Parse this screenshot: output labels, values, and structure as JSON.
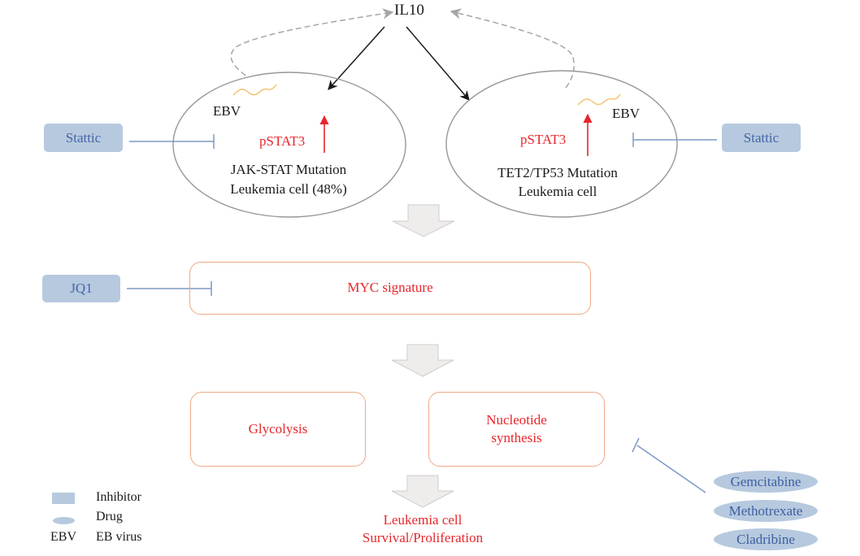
{
  "diagram": {
    "cytokine": "IL10",
    "cells": [
      {
        "virus_label": "EBV",
        "signal_label": "pSTAT3",
        "signal_direction": "up",
        "title_line1": "JAK-STAT Mutation",
        "title_line2": "Leukemia cell (48%)"
      },
      {
        "virus_label": "EBV",
        "signal_label": "pSTAT3",
        "signal_direction": "up",
        "title_line1": "TET2/TP53 Mutation",
        "title_line2": "Leukemia cell"
      }
    ],
    "inhibitors": {
      "left_stattic": "Stattic",
      "right_stattic": "Stattic",
      "jq1": "JQ1"
    },
    "processes": {
      "myc": "MYC signature",
      "glycolysis": "Glycolysis",
      "nucleotide_line1": "Nucleotide",
      "nucleotide_line2": "synthesis"
    },
    "drugs": [
      "Gemcitabine",
      "Methotrexate",
      "Cladribine"
    ],
    "outcome": {
      "line1": "Leukemia cell",
      "line2": "Survival/Proliferation"
    },
    "legend": {
      "inhibitor_label": "Inhibitor",
      "drug_label": "Drug",
      "ebv_abbr": "EBV",
      "ebv_label": "EB virus"
    },
    "colors": {
      "inhibitor_fill": "#b6c9de",
      "inhibitor_text": "#4565a7",
      "process_border": "#f0a884",
      "highlight_text": "#e8262b",
      "virus_strand": "#f5c77a",
      "flow_arrow_fill": "#efecec",
      "dashed_feedback": "#a8a4a4"
    }
  }
}
